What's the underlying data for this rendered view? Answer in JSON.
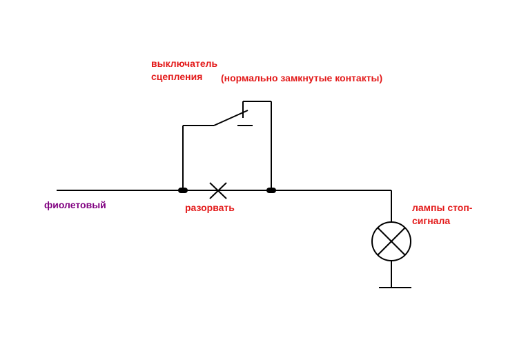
{
  "labels": {
    "switch_line1": "выключатель",
    "switch_line2": "сцепления",
    "contacts_note": "(нормально замкнутые контакты)",
    "wire": "фиолетовый",
    "cut": "разорвать",
    "lamps_line1": "лампы стоп-",
    "lamps_line2": "сигнала"
  },
  "colors": {
    "red_text": "#e31a1a",
    "purple_text": "#800080",
    "lines": "#000000"
  }
}
